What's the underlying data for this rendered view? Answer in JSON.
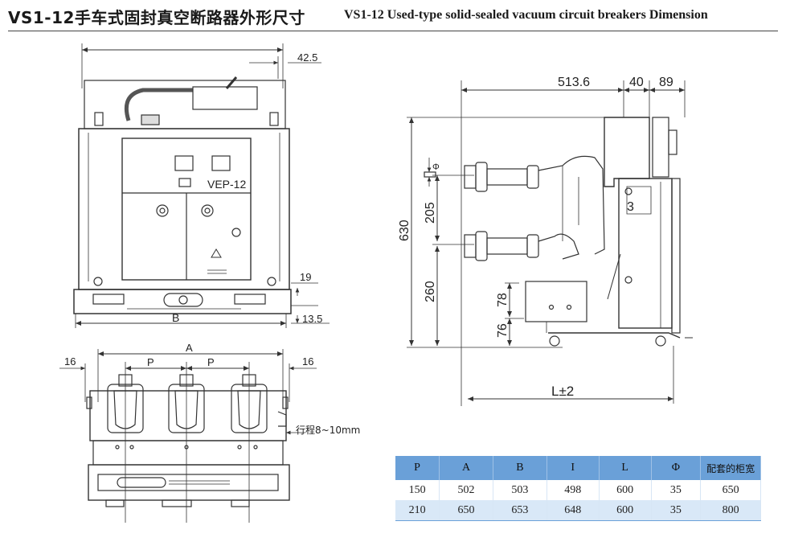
{
  "header": {
    "title_cn": "VS1-12手车式固封真空断路器外形尺寸",
    "title_en": "VS1-12 Used-type solid-sealed vacuum circuit breakers Dimension"
  },
  "front_view": {
    "dim_top": "42.5",
    "panel_label": "VEP-12",
    "dim_19": "19",
    "dim_13_5": "13.5",
    "dim_b": "B"
  },
  "top_view": {
    "dim_a": "A",
    "dim_p1": "P",
    "dim_p2": "P",
    "dim_16_left": "16",
    "dim_16_right": "16",
    "stroke_label": "行程8~10mm"
  },
  "side_view": {
    "dim_513_6": "513.6",
    "dim_40": "40",
    "dim_89": "89",
    "dim_phi": "Φ",
    "dim_205": "205",
    "dim_630": "630",
    "dim_260": "260",
    "dim_78": "78",
    "dim_76": "76",
    "dim_3": "3",
    "dim_l": "L±2"
  },
  "spec_table": {
    "headers": [
      "P",
      "A",
      "B",
      "I",
      "L",
      "Φ",
      "配套的柜宽"
    ],
    "rows": [
      [
        "150",
        "502",
        "503",
        "498",
        "600",
        "35",
        "650"
      ],
      [
        "210",
        "650",
        "653",
        "648",
        "600",
        "35",
        "800"
      ]
    ],
    "header_color": "#6aa0d8",
    "alt_row_color": "#d9e8f7"
  }
}
